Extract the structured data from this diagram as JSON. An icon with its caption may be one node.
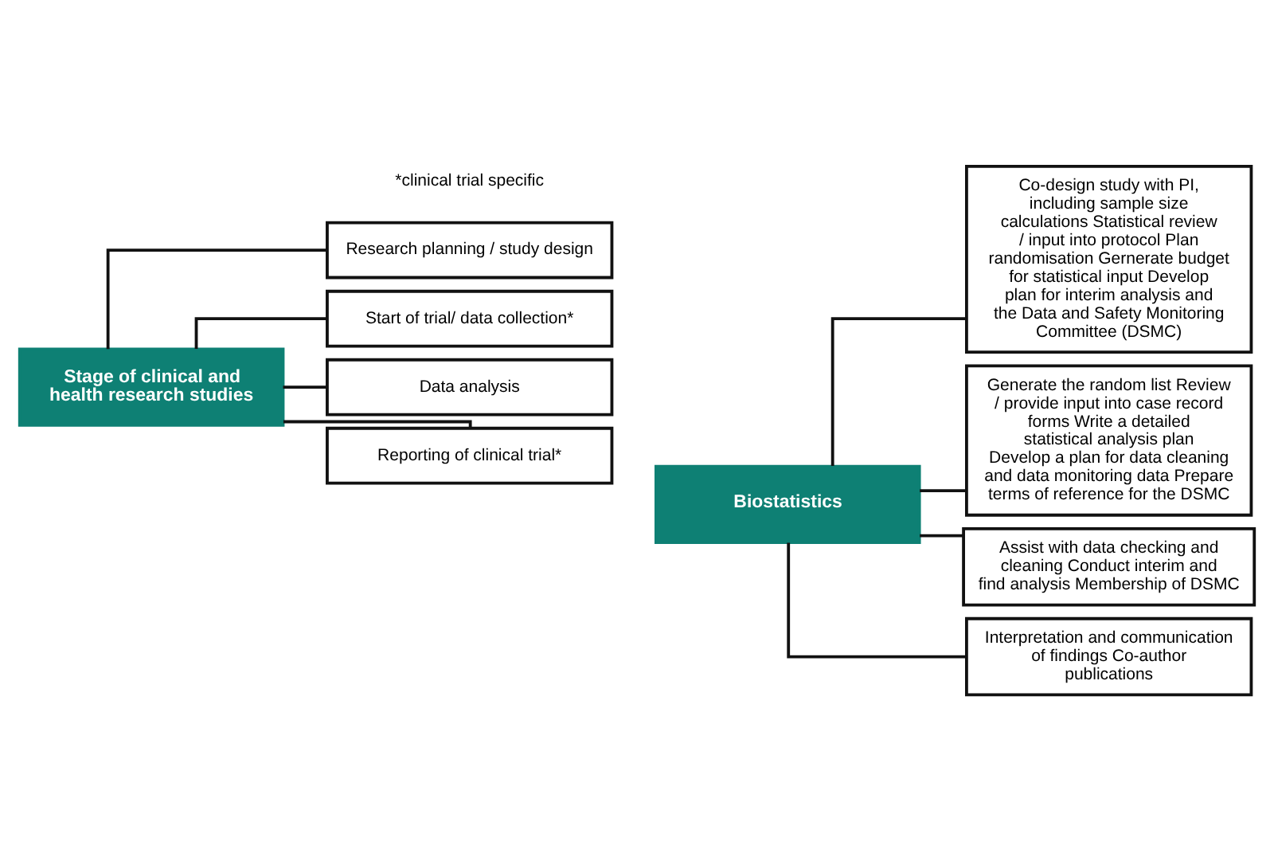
{
  "diagram": {
    "nodes": [
      {
        "text": [
          "Stage of clinical and health research studies"
        ]
      },
      {
        "text": [
          "Research planning / study design"
        ]
      },
      {
        "text": [
          "Start of trial/ data collection*"
        ]
      },
      {
        "text": [
          "Data analysis"
        ]
      },
      {
        "text": [
          "Reporting of clinical trial*"
        ]
      },
      {
        "text": [
          "Biostatistics"
        ]
      },
      {
        "text": [
          "Co-design study with PI, including sample size calculations Statistical review / input into protocol Plan randomisation Gernerate budget for statistical input Develop plan for interim analysis and the Data and Safety Monitoring Committee (DSMC)"
        ]
      },
      {
        "text": [
          "Generate the random list Review / provide input into case record forms Write a detailed statistical analysis plan Develop a plan for data cleaning and data monitoring data Prepare terms of reference for the DSMC"
        ]
      },
      {
        "text": [
          "Assist with data checking and cleaning Conduct interim and find analysis Membership of DSMC"
        ]
      },
      {
        "text": [
          "Interpretation and communication of findings Co-author publications"
        ]
      }
    ],
    "edges": [
      {
        "from": 0,
        "to": 1,
        "arrow": "none"
      },
      {
        "from": 0,
        "to": 2,
        "arrow": "none"
      },
      {
        "from": 0,
        "to": 3,
        "arrow": "none"
      },
      {
        "from": 0,
        "to": 4,
        "arrow": "none"
      },
      {
        "from": 5,
        "to": 6,
        "arrow": "none"
      },
      {
        "from": 5,
        "to": 7,
        "arrow": "none"
      },
      {
        "from": 5,
        "to": 8,
        "arrow": "none"
      },
      {
        "from": 5,
        "to": 9,
        "arrow": "none"
      }
    ],
    "labels": [
      "*clinical trial specific"
    ]
  }
}
